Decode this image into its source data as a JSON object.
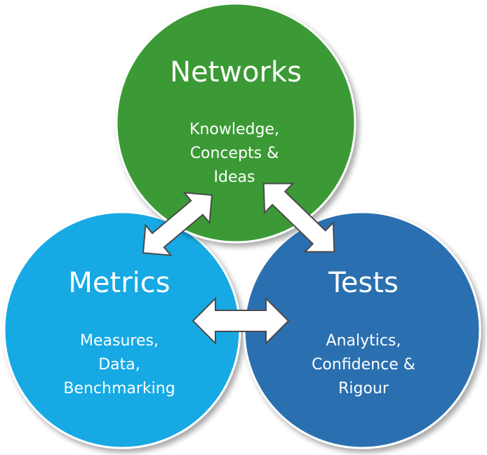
{
  "nodes": {
    "networks": {
      "title": "Networks",
      "line1": "Knowledge,",
      "line2": "Concepts &",
      "line3": "Ideas",
      "color": "#3a9a34",
      "stroke": "#ffffff"
    },
    "metrics": {
      "title": "Metrics",
      "line1": "Measures,",
      "line2": "Data,",
      "line3": "Benchmarking",
      "color": "#14a9e4",
      "stroke": "#ffffff"
    },
    "tests": {
      "title": "Tests",
      "line1": "Analytics,",
      "line2": "Confidence &",
      "line3": "Rigour",
      "color": "#2b6fb0",
      "stroke": "#ffffff"
    }
  },
  "arrows": [
    {
      "from": "networks",
      "to": "metrics",
      "type": "double-headed",
      "icon": "double-arrow-icon"
    },
    {
      "from": "networks",
      "to": "tests",
      "type": "double-headed",
      "icon": "double-arrow-icon"
    },
    {
      "from": "metrics",
      "to": "tests",
      "type": "double-headed",
      "icon": "double-arrow-icon"
    }
  ]
}
